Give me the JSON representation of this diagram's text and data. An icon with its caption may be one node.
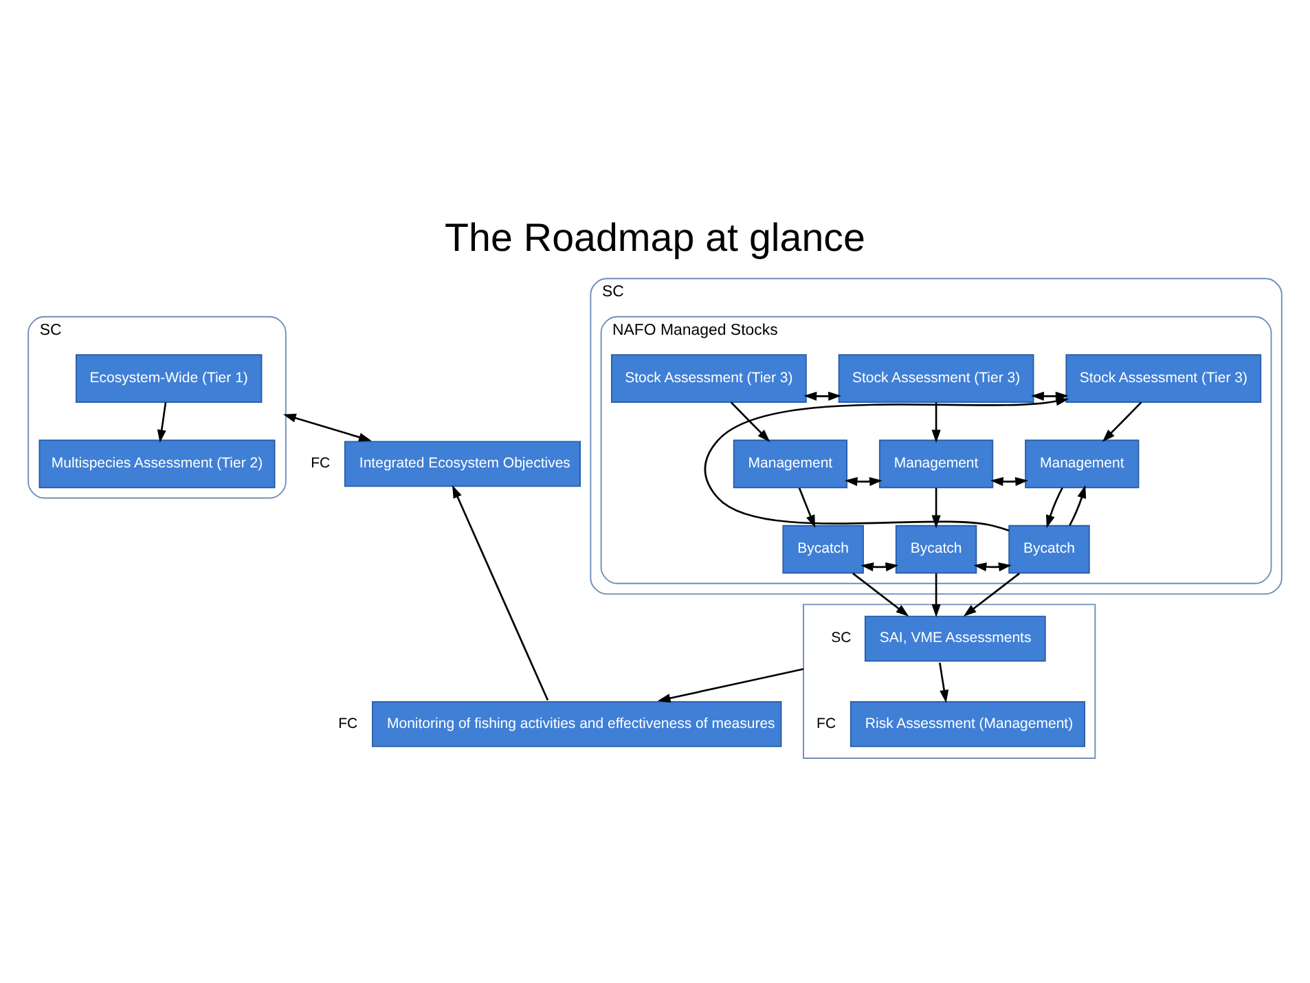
{
  "diagram": {
    "title": "The Roadmap at glance",
    "nodes": [
      {
        "text": [
          "SC"
        ]
      },
      {
        "text": [
          "Ecosystem-Wide (Tier 1)"
        ],
        "in": 0
      },
      {
        "text": [
          "Multispecies Assessment (Tier 2)"
        ],
        "in": 0
      },
      {
        "text": [
          "Integrated Ecosystem Objectives"
        ],
        "beside": [
          "FC"
        ]
      },
      {
        "text": [
          "SC"
        ]
      },
      {
        "text": [
          "NAFO Managed Stocks"
        ],
        "in": 4
      },
      {
        "text": [
          "Stock Assessment (Tier 3)"
        ],
        "in": 5
      },
      {
        "text": [
          "Stock Assessment (Tier 3)"
        ],
        "in": 5
      },
      {
        "text": [
          "Stock Assessment (Tier 3)"
        ],
        "in": 5
      },
      {
        "text": [
          "Management"
        ],
        "in": 5
      },
      {
        "text": [
          "Management"
        ],
        "in": 5
      },
      {
        "text": [
          "Management"
        ],
        "in": 5
      },
      {
        "text": [
          "Bycatch"
        ],
        "in": 5
      },
      {
        "text": [
          "Bycatch"
        ],
        "in": 5
      },
      {
        "text": [
          "Bycatch"
        ],
        "in": 5
      },
      {
        "text": [],
        "shape": "box"
      },
      {
        "text": [
          "SAI, VME Assessments"
        ],
        "in": 15,
        "beside": [
          "SC"
        ]
      },
      {
        "text": [
          "Risk Assessment (Management)"
        ],
        "in": 15,
        "beside": [
          "FC"
        ]
      },
      {
        "text": [
          "Monitoring of fishing activities and effectiveness of measures"
        ],
        "beside": [
          "FC"
        ]
      }
    ],
    "edges": [
      {
        "from": 1,
        "to": 2,
        "arrow": "to"
      },
      {
        "from": 0,
        "to": 3,
        "arrow": "both"
      },
      {
        "from": 6,
        "to": 7,
        "arrow": "both"
      },
      {
        "from": 7,
        "to": 8,
        "arrow": "both"
      },
      {
        "from": 6,
        "to": 9,
        "arrow": "to"
      },
      {
        "from": 7,
        "to": 10,
        "arrow": "to"
      },
      {
        "from": 8,
        "to": 11,
        "arrow": "to"
      },
      {
        "from": 9,
        "to": 10,
        "arrow": "both"
      },
      {
        "from": 10,
        "to": 11,
        "arrow": "both"
      },
      {
        "from": 9,
        "to": 12,
        "arrow": "to"
      },
      {
        "from": 10,
        "to": 13,
        "arrow": "to"
      },
      {
        "from": 11,
        "to": 14,
        "arrow": "to"
      },
      {
        "from": 12,
        "to": 13,
        "arrow": "both"
      },
      {
        "from": 13,
        "to": 14,
        "arrow": "both"
      },
      {
        "from": 14,
        "to": 8,
        "arrow": "to"
      },
      {
        "from": 14,
        "to": 11,
        "arrow": "to"
      },
      {
        "from": 12,
        "to": 16,
        "arrow": "to"
      },
      {
        "from": 13,
        "to": 16,
        "arrow": "to"
      },
      {
        "from": 14,
        "to": 16,
        "arrow": "to"
      },
      {
        "from": 16,
        "to": 17,
        "arrow": "to"
      },
      {
        "from": 15,
        "to": 18,
        "arrow": "to"
      },
      {
        "from": 18,
        "to": 3,
        "arrow": "to"
      }
    ]
  }
}
